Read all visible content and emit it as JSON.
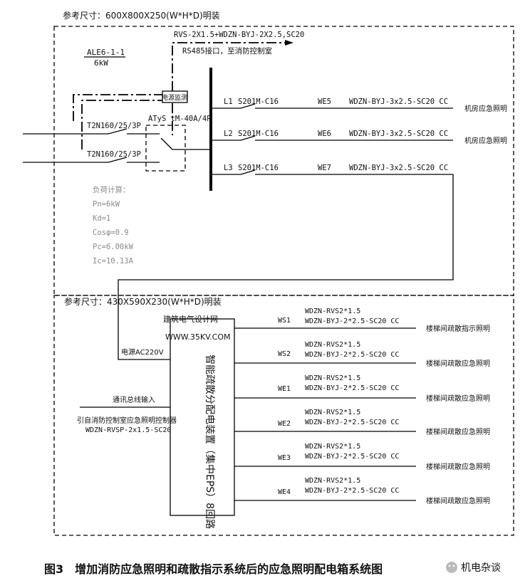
{
  "top_box": {
    "dimension_label": "参考尺寸：600X800X250(W*H*D)明装",
    "panel_id": "ALE6-1-1",
    "panel_power": "6kW",
    "monitor_label": "电源监测",
    "comm_cable": "RVS-2X1.5+WDZN-BYJ-2X2.5,SC20",
    "comm_note": "RS485接口，至消防控制室",
    "breaker_1": "T2N160/25/3P",
    "breaker_2": "T2N160/25/3P",
    "ats_label": "ATyS tM-40A/4P",
    "load_calc": {
      "title": "负荷计算：",
      "pn": "Pn=6kW",
      "kd": "Kd=1",
      "cos": "Cosφ=0.9",
      "pc": "Pc=6.00kW",
      "ic": "Ic=10.13A"
    },
    "circuits": [
      {
        "line": "L1",
        "breaker": "S201M-C16",
        "circuit": "WE5",
        "cable": "WDZN-BYJ-3x2.5-SC20 CC",
        "load": "机房应急照明"
      },
      {
        "line": "L2",
        "breaker": "S201M-C16",
        "circuit": "WE6",
        "cable": "WDZN-BYJ-3x2.5-SC20 CC",
        "load": "机房应急照明"
      },
      {
        "line": "L3",
        "breaker": "S201M-C16",
        "circuit": "WE7",
        "cable": "WDZN-BYJ-3x2.5-SC20 CC",
        "load": ""
      }
    ]
  },
  "bottom_box": {
    "dimension_label": "参考尺寸：430X590X230(W*H*D)明装",
    "watermark_1": "建筑电气设计网",
    "watermark_2": "WWW.35KV.COM",
    "power_label": "电源AC220V",
    "eps_label": "智能疏散分配电装置（集中EPS）8回路",
    "bus_input": "通讯总线输入",
    "from_panel": "引自消防控制室应急照明控制器",
    "from_cable": "WDZN-RVSP-2x1.5-SC20",
    "outputs": [
      {
        "circuit": "WS1",
        "cable_1": "WDZN-RVS2*1.5",
        "cable_2": "WDZN-BYJ-2*2.5-SC20 CC",
        "load": "楼梯间疏散指示照明"
      },
      {
        "circuit": "WS2",
        "cable_1": "WDZN-RVS2*1.5",
        "cable_2": "WDZN-BYJ-2*2.5-SC20 CC",
        "load": "楼梯间疏散应急照明"
      },
      {
        "circuit": "WE1",
        "cable_1": "WDZN-RVS2*1.5",
        "cable_2": "WDZN-BYJ-2*2.5-SC20 CC",
        "load": "楼梯间疏散应急照明"
      },
      {
        "circuit": "WE2",
        "cable_1": "WDZN-RVS2*1.5",
        "cable_2": "WDZN-BYJ-2*2.5-SC20 CC",
        "load": "楼梯间疏散应急照明"
      },
      {
        "circuit": "WE3",
        "cable_1": "WDZN-RVS2*1.5",
        "cable_2": "WDZN-BYJ-2*2.5-SC20 CC",
        "load": "楼梯间疏散应急照明"
      },
      {
        "circuit": "WE4",
        "cable_1": "WDZN-RVS2*1.5",
        "cable_2": "WDZN-BYJ-2*2.5-SC20 CC",
        "load": "楼梯间疏散应急照明"
      }
    ]
  },
  "caption": "图3　增加消防应急照明和疏散指示系统后的应急照明配电箱系统图",
  "source_badge": "机电杂谈"
}
